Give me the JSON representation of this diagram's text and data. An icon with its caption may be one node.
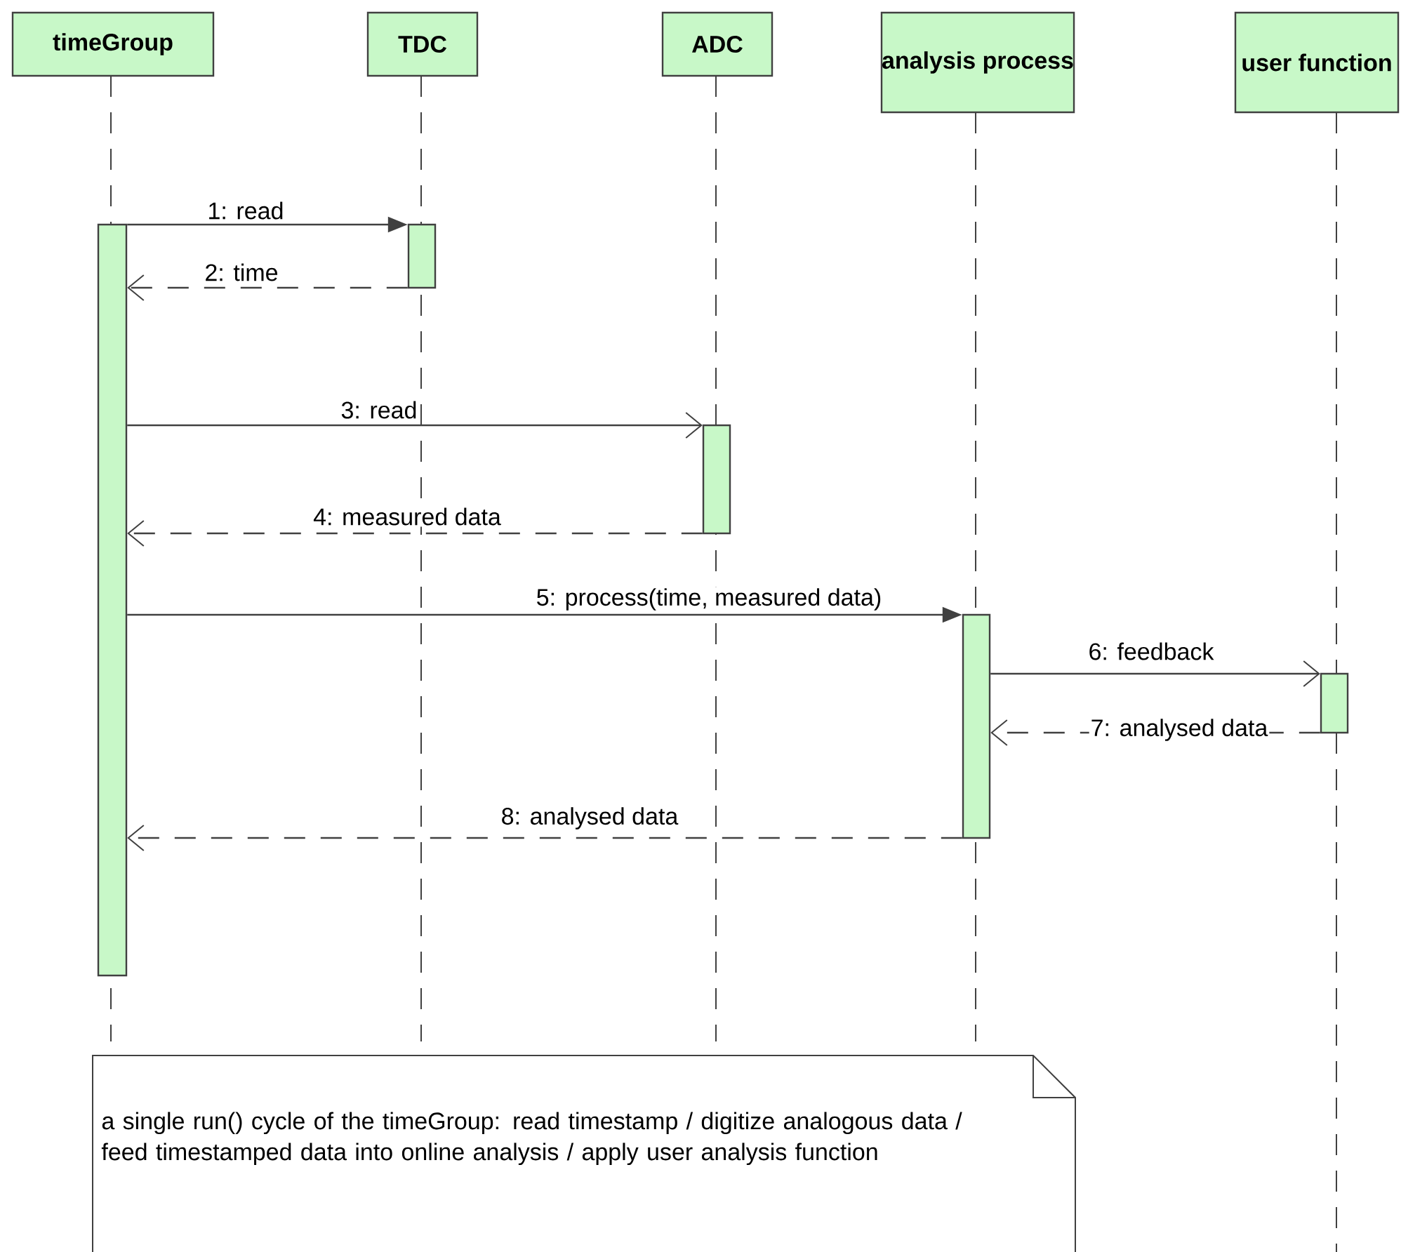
{
  "diagram": {
    "nodes": [
      {
        "text": [
          "timeGroup"
        ]
      },
      {
        "text": [
          "TDC"
        ]
      },
      {
        "text": [
          "ADC"
        ]
      },
      {
        "text": [
          "analysis process"
        ]
      },
      {
        "text": [
          "user function"
        ]
      },
      {
        "text": [],
        "shape": "bar"
      },
      {
        "text": [],
        "shape": "bar"
      },
      {
        "text": [],
        "shape": "bar"
      },
      {
        "text": [],
        "shape": "bar"
      },
      {
        "text": [],
        "shape": "bar"
      },
      {
        "text": [
          "a single run()  cycle of the timeGroup: read timestamp / digitize analogous data / feed timestamped data into online analysis / apply user analysis function"
        ]
      }
    ],
    "edges": [
      {
        "from": 5,
        "to": 6,
        "arrow": "to",
        "label": "1: read"
      },
      {
        "from": 6,
        "to": 5,
        "arrow": "to",
        "label": "2: time",
        "style": "dashed"
      },
      {
        "from": 5,
        "to": 7,
        "arrow": "to",
        "label": "3: read"
      },
      {
        "from": 7,
        "to": 5,
        "arrow": "to",
        "label": "4: measured data",
        "style": "dashed"
      },
      {
        "from": 5,
        "to": 8,
        "arrow": "to",
        "label": "5: process(time, measured data)"
      },
      {
        "from": 8,
        "to": 9,
        "arrow": "to",
        "label": "6: feedback"
      },
      {
        "from": 9,
        "to": 8,
        "arrow": "to",
        "label": "7: analysed data",
        "style": "dashed"
      },
      {
        "from": 8,
        "to": 5,
        "arrow": "to",
        "label": "8: analysed data",
        "style": "dashed"
      }
    ]
  }
}
